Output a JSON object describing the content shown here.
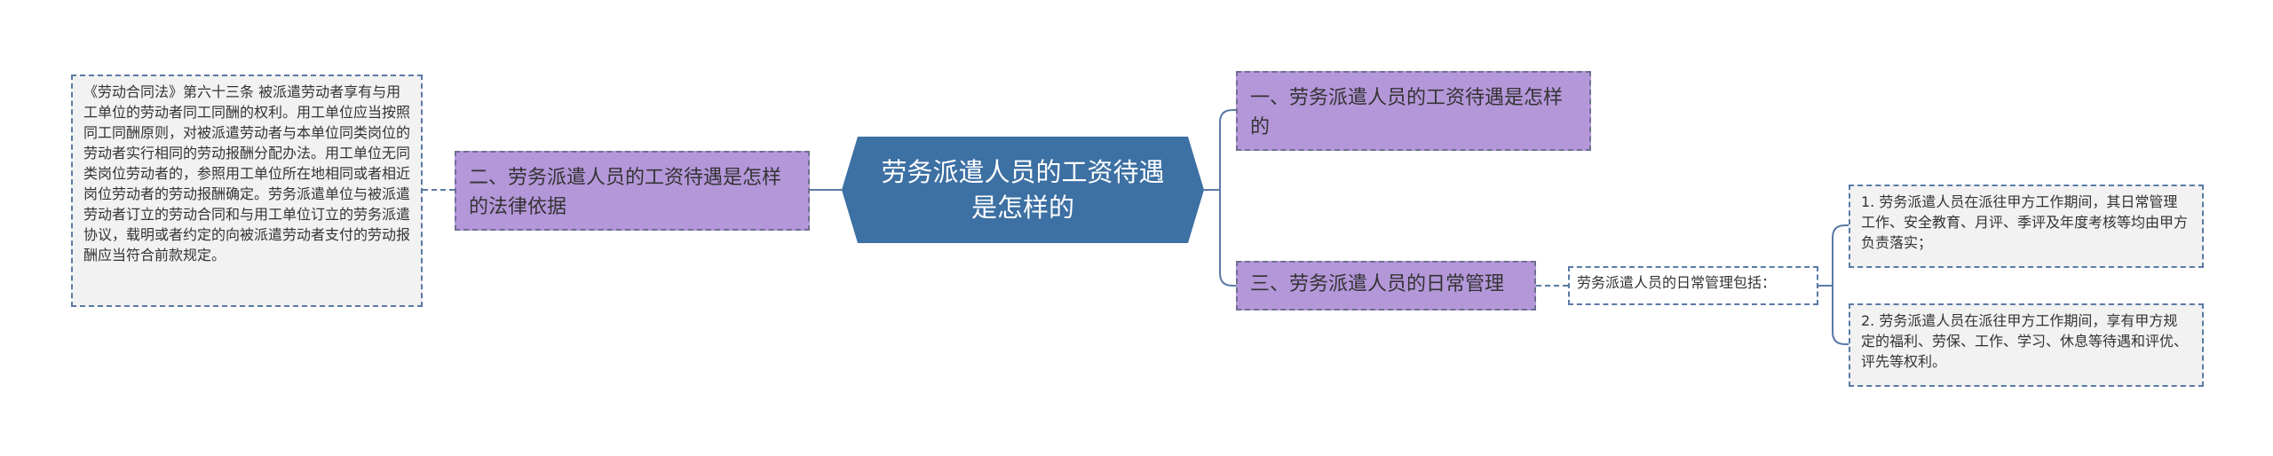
{
  "center": {
    "title": "劳务派遣人员的工资待遇是怎样的"
  },
  "branches": {
    "b1": {
      "label": "一、劳务派遣人员的工资待遇是怎样的"
    },
    "b2": {
      "label": "二、劳务派遣人员的工资待遇是怎样的法律依据"
    },
    "b3": {
      "label": "三、劳务派遣人员的日常管理"
    }
  },
  "notes": {
    "law_text": "《劳动合同法》第六十三条 被派遣劳动者享有与用工单位的劳动者同工同酬的权利。用工单位应当按照同工同酬原则，对被派遣劳动者与本单位同类岗位的劳动者实行相同的劳动报酬分配办法。用工单位无同类岗位劳动者的，参照用工单位所在地相同或者相近岗位劳动者的劳动报酬确定。劳务派遣单位与被派遣劳动者订立的劳动合同和与用工单位订立的劳务派遣协议，载明或者约定的向被派遣劳动者支付的劳动报酬应当符合前款规定。",
    "mgmt_intro": "劳务派遣人员的日常管理包括：",
    "mgmt_item1": "1. 劳务派遣人员在派往甲方工作期间，其日常管理工作、安全教育、月评、季评及年度考核等均由甲方负责落实；",
    "mgmt_item2": "2. 劳务派遣人员在派往甲方工作期间，享有甲方规定的福利、劳保、工作、学习、休息等待遇和评优、评先等权利。"
  },
  "colors": {
    "center_fill": "#3d70a3",
    "branch_fill": "#b497d9",
    "note_fill": "#f2f2f2",
    "connector": "#5a7aa6"
  }
}
